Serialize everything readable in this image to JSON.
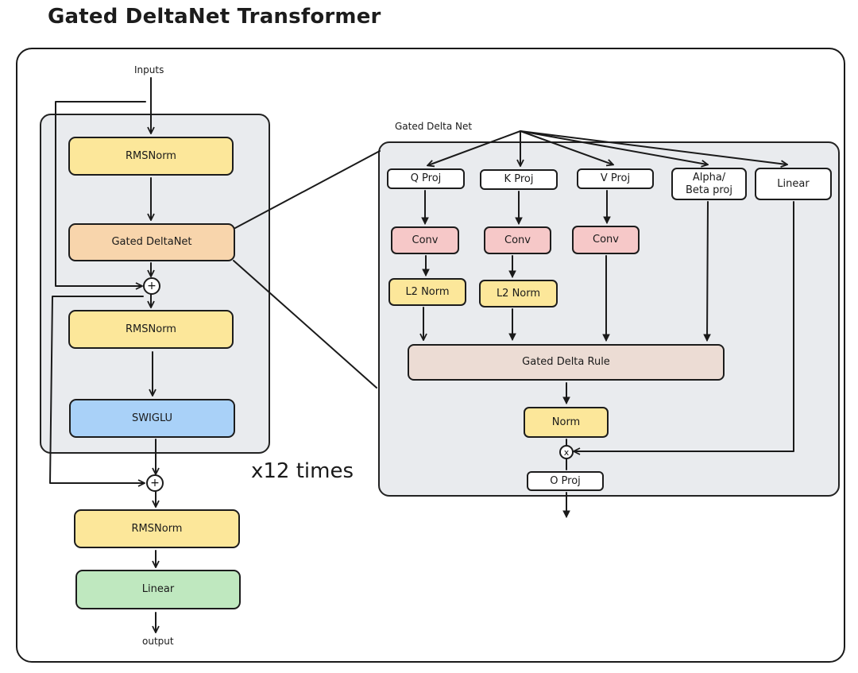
{
  "title": "Gated DeltaNet Transformer",
  "colors": {
    "yellow": "#fce79a",
    "orange": "#f8d5ac",
    "blue": "#a9d1f8",
    "green": "#bfe8bf",
    "pink": "#f6c8c8",
    "beige": "#ecdcd4",
    "white": "#ffffff",
    "panel": "#e9ebee"
  },
  "left": {
    "inputs_label": "Inputs",
    "rmsnorm_1": "RMSNorm",
    "gated_deltanet": "Gated DeltaNet",
    "rmsnorm_2": "RMSNorm",
    "swiglu": "SWIGLU",
    "repeat_label": "x12 times",
    "rmsnorm_final": "RMSNorm",
    "linear": "Linear",
    "output_label": "output",
    "add_symbol": "+"
  },
  "detail": {
    "title": "Gated Delta Net",
    "q_proj": "Q Proj",
    "k_proj": "K Proj",
    "v_proj": "V Proj",
    "alpha_beta_proj_line1": "Alpha/",
    "alpha_beta_proj_line2": "Beta proj",
    "linear": "Linear",
    "conv": "Conv",
    "l2_norm": "L2 Norm",
    "gated_delta_rule": "Gated Delta Rule",
    "norm": "Norm",
    "multiply_symbol": "x",
    "o_proj": "O Proj"
  }
}
